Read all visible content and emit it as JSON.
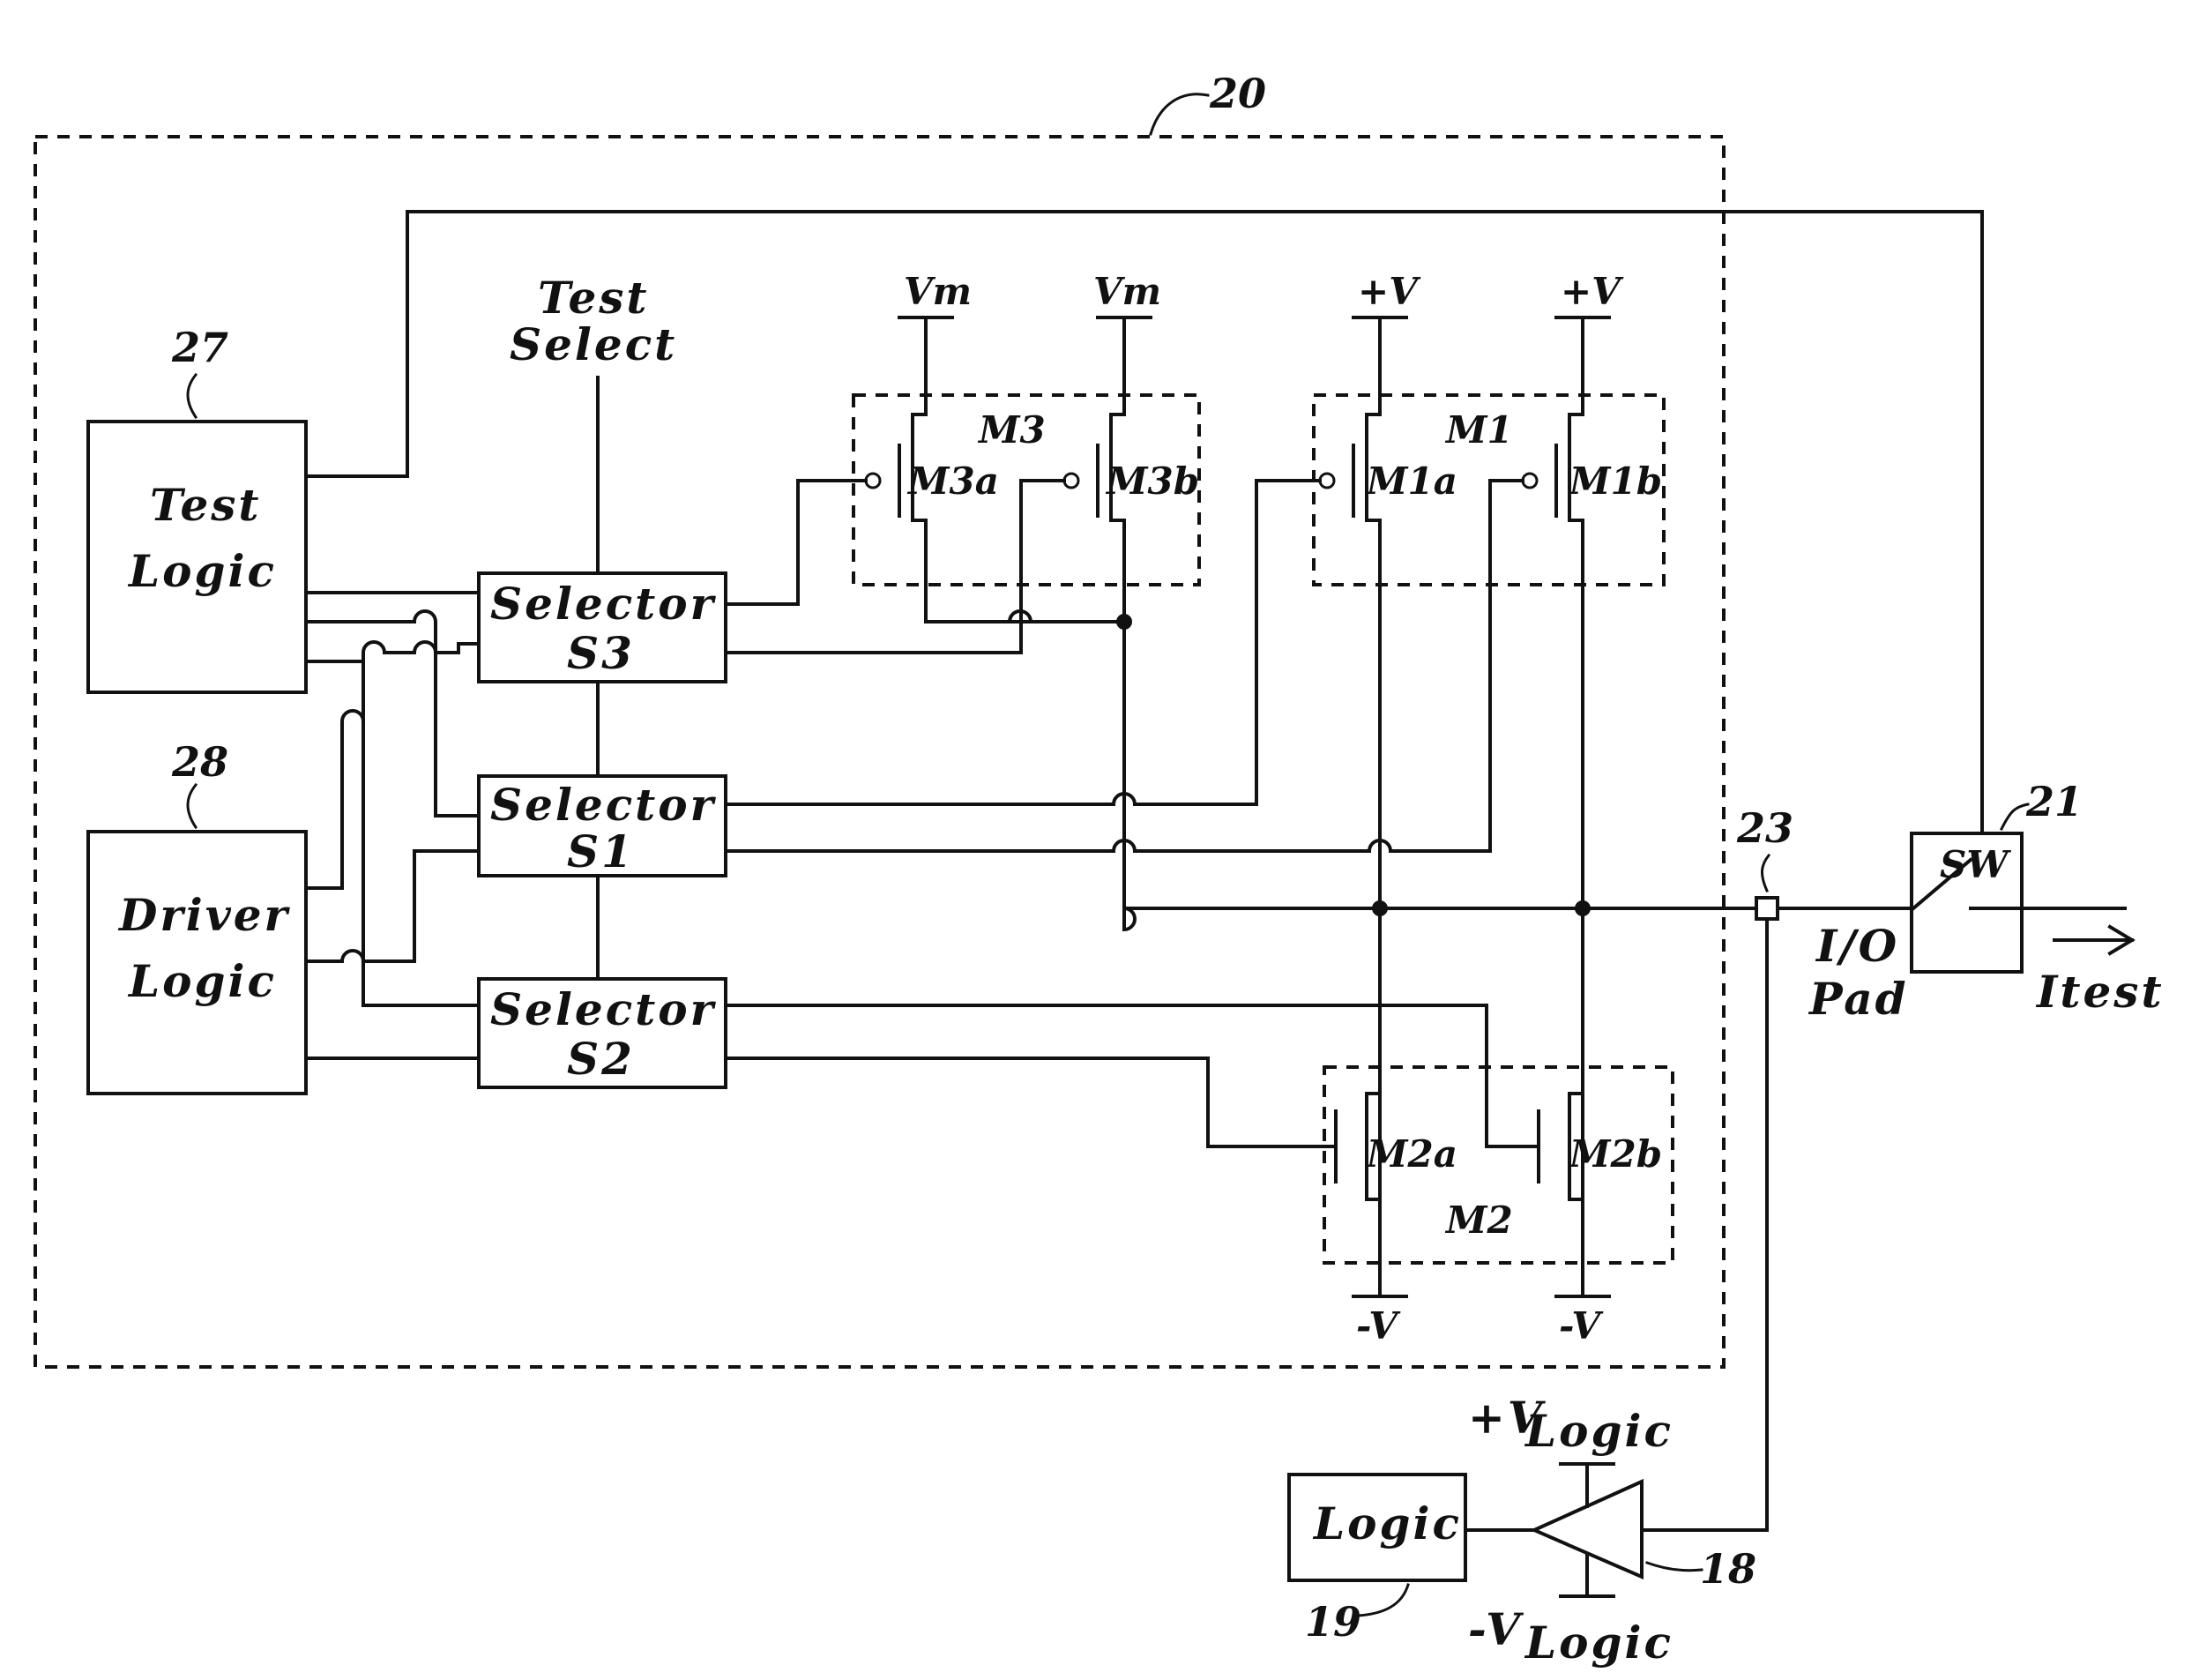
{
  "labels": {
    "block_20": "20",
    "test_logic_ref": "27",
    "driver_logic_ref": "28",
    "switch_ref": "21",
    "pad_ref": "23",
    "logic_ref": "19",
    "buffer_ref": "18",
    "test_logic_line1": "Test",
    "test_logic_line2": "Logic",
    "driver_logic_line1": "Driver",
    "driver_logic_line2": "Logic",
    "test_select_line1": "Test",
    "test_select_line2": "Select",
    "selector_s3_line1": "Selector",
    "selector_s3_line2": "S3",
    "selector_s1_line1": "Selector",
    "selector_s1_line2": "S1",
    "selector_s2_line1": "Selector",
    "selector_s2_line2": "S2",
    "vm_left": "Vm",
    "vm_right": "Vm",
    "plus_v_left": "+V",
    "plus_v_right": "+V",
    "minus_v_left": "-V",
    "minus_v_right": "-V",
    "m3": "M3",
    "m3a": "M3a",
    "m3b": "M3b",
    "m1": "M1",
    "m1a": "M1a",
    "m1b": "M1b",
    "m2": "M2",
    "m2a": "M2a",
    "m2b": "M2b",
    "switch": "SW",
    "io_line1": "I/O",
    "io_line2": "Pad",
    "itest": "Itest",
    "logic": "Logic",
    "plus_vlogic_main": "+V",
    "plus_vlogic_sub": "Logic",
    "minus_vlogic_main": "-V",
    "minus_vlogic_sub": "Logic"
  }
}
